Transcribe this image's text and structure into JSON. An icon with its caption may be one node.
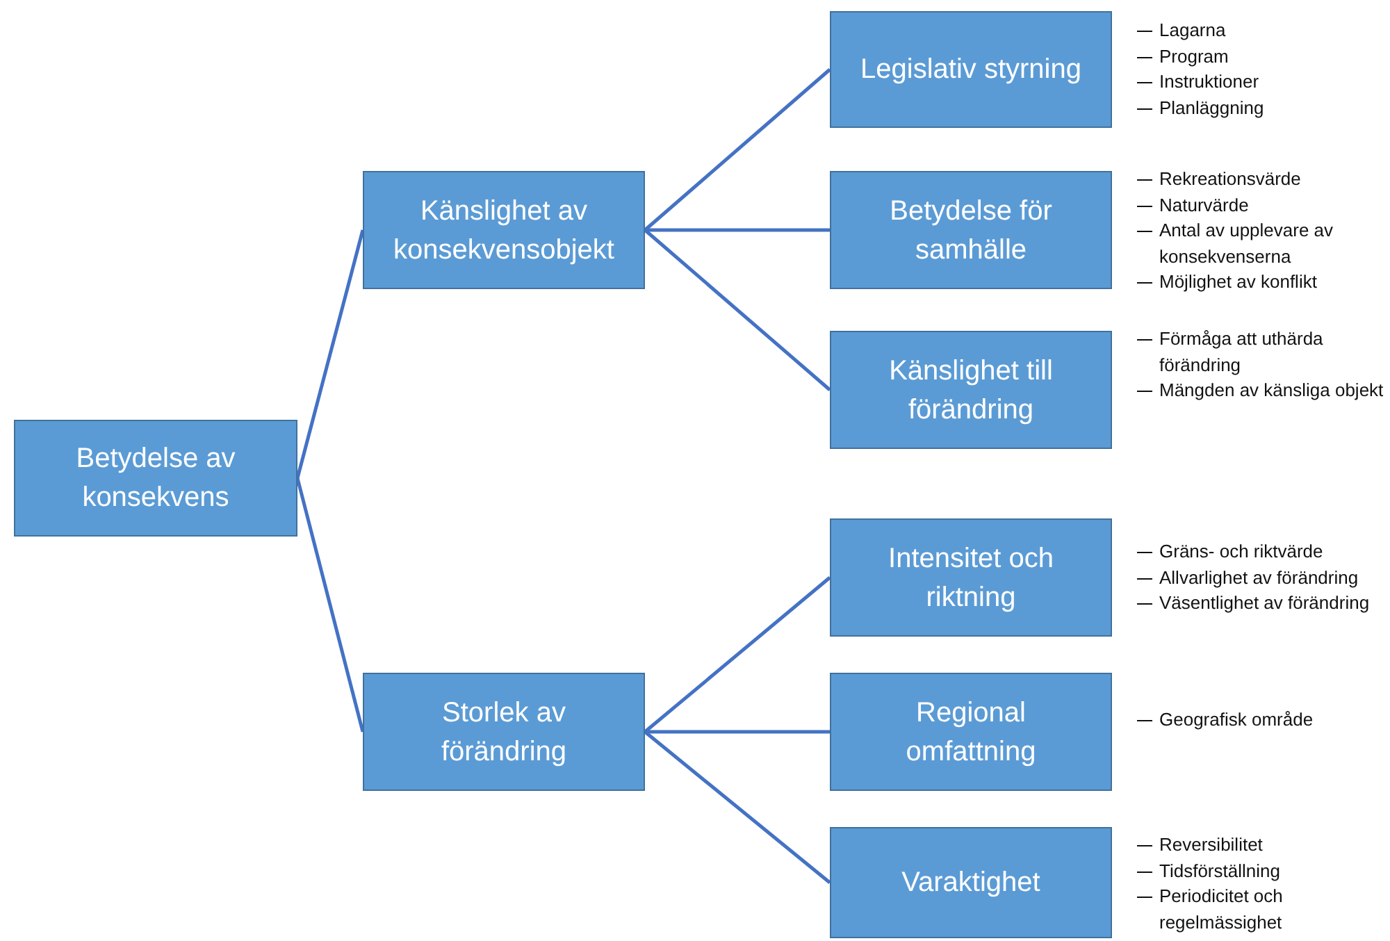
{
  "diagram": {
    "nodes": [
      {
        "text": [
          "Betydelse av konsekvens"
        ]
      },
      {
        "text": [
          "Känslighet av konsekvensobjekt"
        ]
      },
      {
        "text": [
          "Legislativ styrning"
        ],
        "beside": [
          "Lagarna",
          "Program",
          "Instruktioner",
          "Planläggning"
        ]
      },
      {
        "text": [
          "Betydelse för samhälle"
        ],
        "beside": [
          "Rekreationsvärde",
          "Naturvärde",
          "Antal av upplevare av konsekvenserna",
          "Möjlighet av konflikt"
        ]
      },
      {
        "text": [
          "Känslighet till förändring"
        ],
        "beside": [
          "Förmåga att uthärda förändring",
          "Mängden av känsliga objekt"
        ]
      },
      {
        "text": [
          "Storlek av förändring"
        ]
      },
      {
        "text": [
          "Intensitet och riktning"
        ],
        "beside": [
          "Gräns- och riktvärde",
          "Allvarlighet av förändring",
          "Väsentlighet av förändring"
        ]
      },
      {
        "text": [
          "Regional omfattning"
        ],
        "beside": [
          "Geografisk område"
        ]
      },
      {
        "text": [
          "Varaktighet"
        ],
        "beside": [
          "Reversibilitet",
          "Tidsförställning",
          "Periodicitet och regelmässighet"
        ]
      }
    ],
    "edges": [
      {
        "from": 0,
        "to": 1,
        "arrow": "none"
      },
      {
        "from": 0,
        "to": 5,
        "arrow": "none"
      },
      {
        "from": 1,
        "to": 2,
        "arrow": "none"
      },
      {
        "from": 1,
        "to": 3,
        "arrow": "none"
      },
      {
        "from": 1,
        "to": 4,
        "arrow": "none"
      },
      {
        "from": 5,
        "to": 6,
        "arrow": "none"
      },
      {
        "from": 5,
        "to": 7,
        "arrow": "none"
      },
      {
        "from": 5,
        "to": 8,
        "arrow": "none"
      }
    ]
  }
}
